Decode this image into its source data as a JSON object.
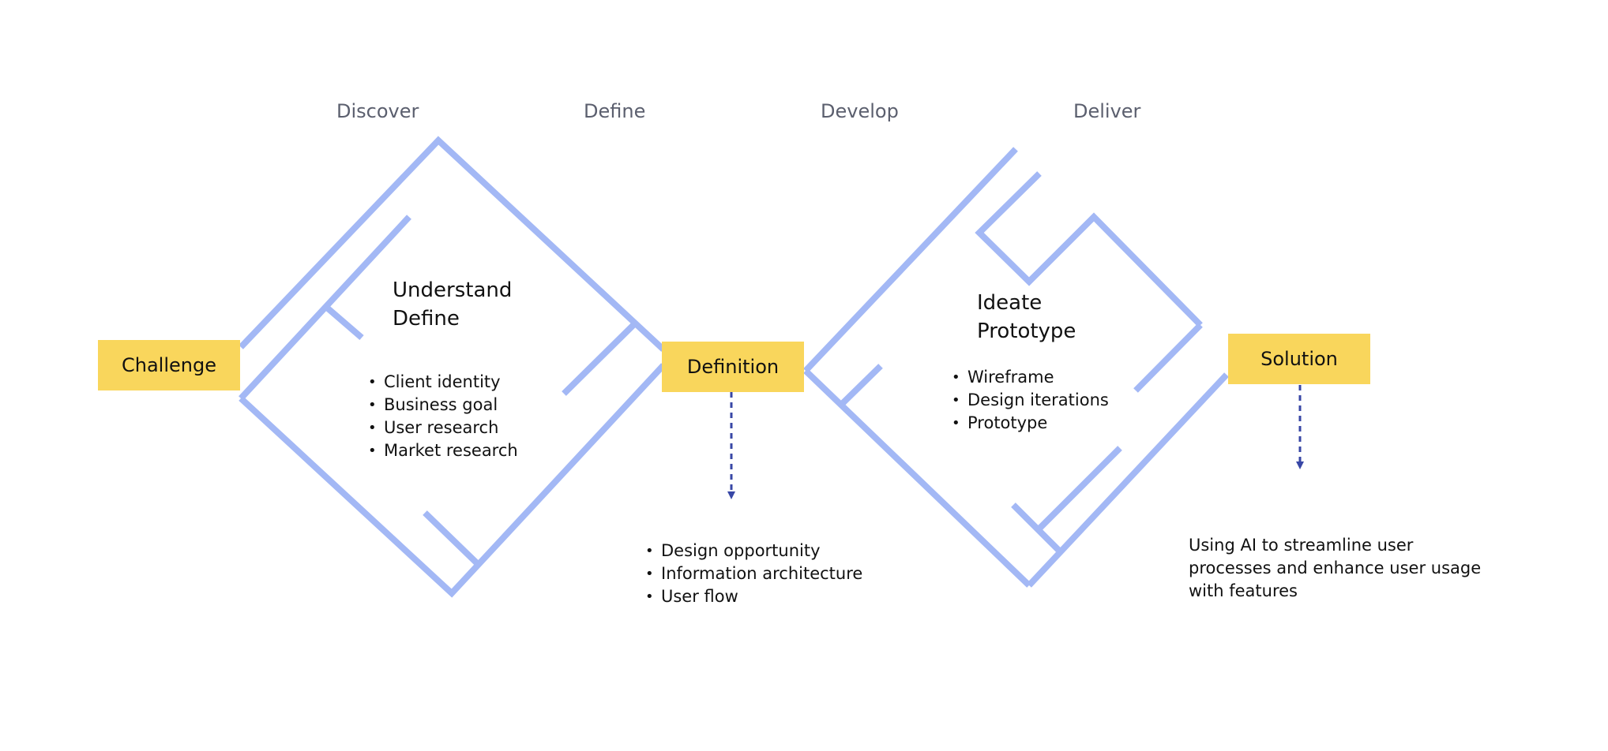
{
  "colors": {
    "line": "#a3b8f5",
    "box": "#f9d65c",
    "arrow": "#3847a6",
    "phase_text": "#5b5f6e",
    "text": "#111111"
  },
  "phases": [
    "Discover",
    "Define",
    "Develop",
    "Deliver"
  ],
  "boxes": {
    "challenge": "Challenge",
    "definition": "Definition",
    "solution": "Solution"
  },
  "diamond1": {
    "heading": [
      "Understand",
      "Define"
    ],
    "items": [
      "Client identity",
      "Business goal",
      "User research",
      "Market research"
    ]
  },
  "diamond2": {
    "heading": [
      "Ideate",
      "Prototype"
    ],
    "items": [
      "Wireframe",
      "Design iterations",
      "Prototype"
    ]
  },
  "definition_outputs": [
    "Design opportunity",
    "Information architecture",
    "User flow"
  ],
  "solution_note": "Using AI to streamline user processes and enhance user usage with features"
}
